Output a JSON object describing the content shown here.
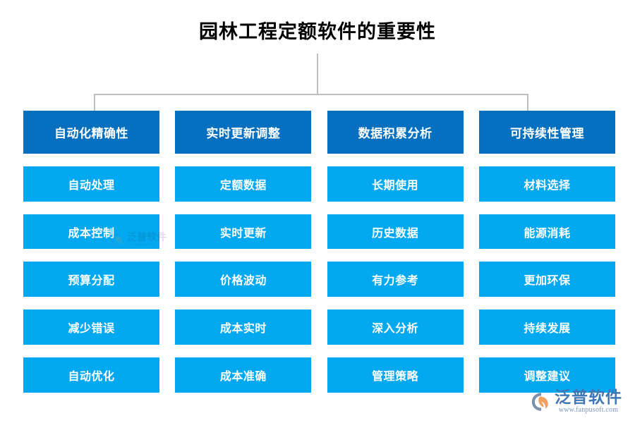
{
  "title": "园林工程定额软件的重要性",
  "colors": {
    "header_blue": "#0570c0",
    "cell_blue": "#03a9f0",
    "connector_gray": "#bfbfbf",
    "logo_blue": "#3f77b5",
    "logo_orange": "#f0a060",
    "text_white": "#ffffff",
    "title_black": "#000000",
    "background": "#ffffff"
  },
  "columns": [
    {
      "header": "自动化精确性",
      "items": [
        "自动处理",
        "成本控制",
        "预算分配",
        "减少错误",
        "自动优化"
      ]
    },
    {
      "header": "实时更新调整",
      "items": [
        "定额数据",
        "实时更新",
        "价格波动",
        "成本实时",
        "成本准确"
      ]
    },
    {
      "header": "数据积累分析",
      "items": [
        "长期使用",
        "历史数据",
        "有力参考",
        "深入分析",
        "管理策略"
      ]
    },
    {
      "header": "可持续性管理",
      "items": [
        "材料选择",
        "能源消耗",
        "更加环保",
        "持续发展",
        "调整建议"
      ]
    }
  ],
  "watermark": {
    "name": "泛普软件",
    "url": "www.fanpusoft.com"
  },
  "logo": {
    "name": "泛普软件",
    "url": "www.fanpusoft.com"
  }
}
